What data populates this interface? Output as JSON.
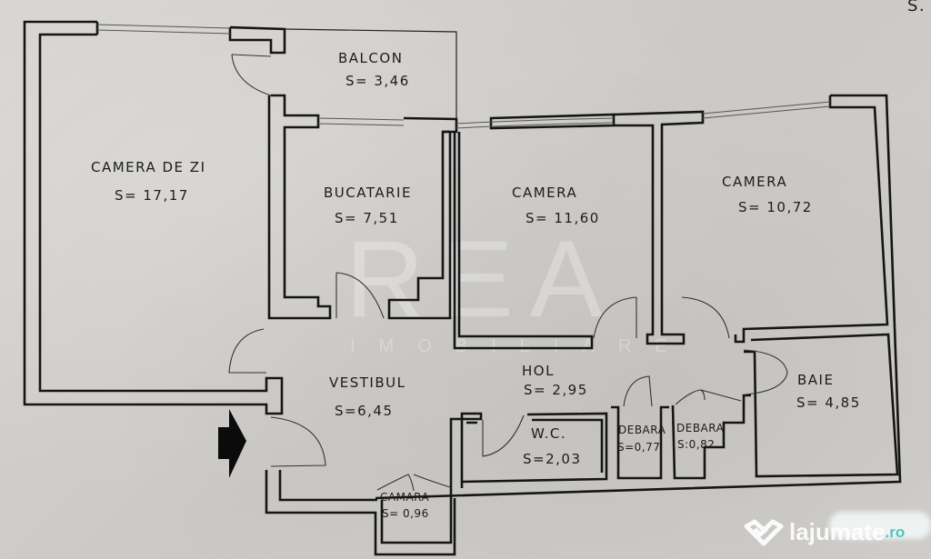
{
  "plan": {
    "corner_mark": "S.",
    "area_prefix": "S=",
    "rooms": [
      {
        "id": "camera-de-zi",
        "name": "CAMERA DE ZI",
        "area": "S=  17,17"
      },
      {
        "id": "balcon",
        "name": "BALCON",
        "area": "S= 3,46"
      },
      {
        "id": "bucatarie",
        "name": "BUCATARIE",
        "area": "S= 7,51"
      },
      {
        "id": "camera-1",
        "name": "CAMERA",
        "area": "S= 11,60"
      },
      {
        "id": "camera-2",
        "name": "CAMERA",
        "area": "S= 10,72"
      },
      {
        "id": "vestibul",
        "name": "VESTIBUL",
        "area": "S=6,45"
      },
      {
        "id": "hol",
        "name": "HOL",
        "area": "S= 2,95"
      },
      {
        "id": "baie",
        "name": "BAIE",
        "area": "S= 4,85"
      },
      {
        "id": "wc",
        "name": "W.C.",
        "area": "S=2,03"
      },
      {
        "id": "debara-1",
        "name": "DEBARA",
        "area": "S=0,77"
      },
      {
        "id": "debara-2",
        "name": "DEBARA",
        "area": "S:0,82"
      },
      {
        "id": "camara",
        "name": "CAMARA",
        "area": "S= 0,96"
      }
    ],
    "entrance_icon": "entrance-arrow-icon"
  },
  "watermark": {
    "brand": "REA",
    "subtitle": "IMOBILIARE"
  },
  "logo": {
    "name": "lajumate",
    "tld": ".ro",
    "icon": "heart-handshake-icon",
    "tld_color": "#4fc7c0"
  }
}
